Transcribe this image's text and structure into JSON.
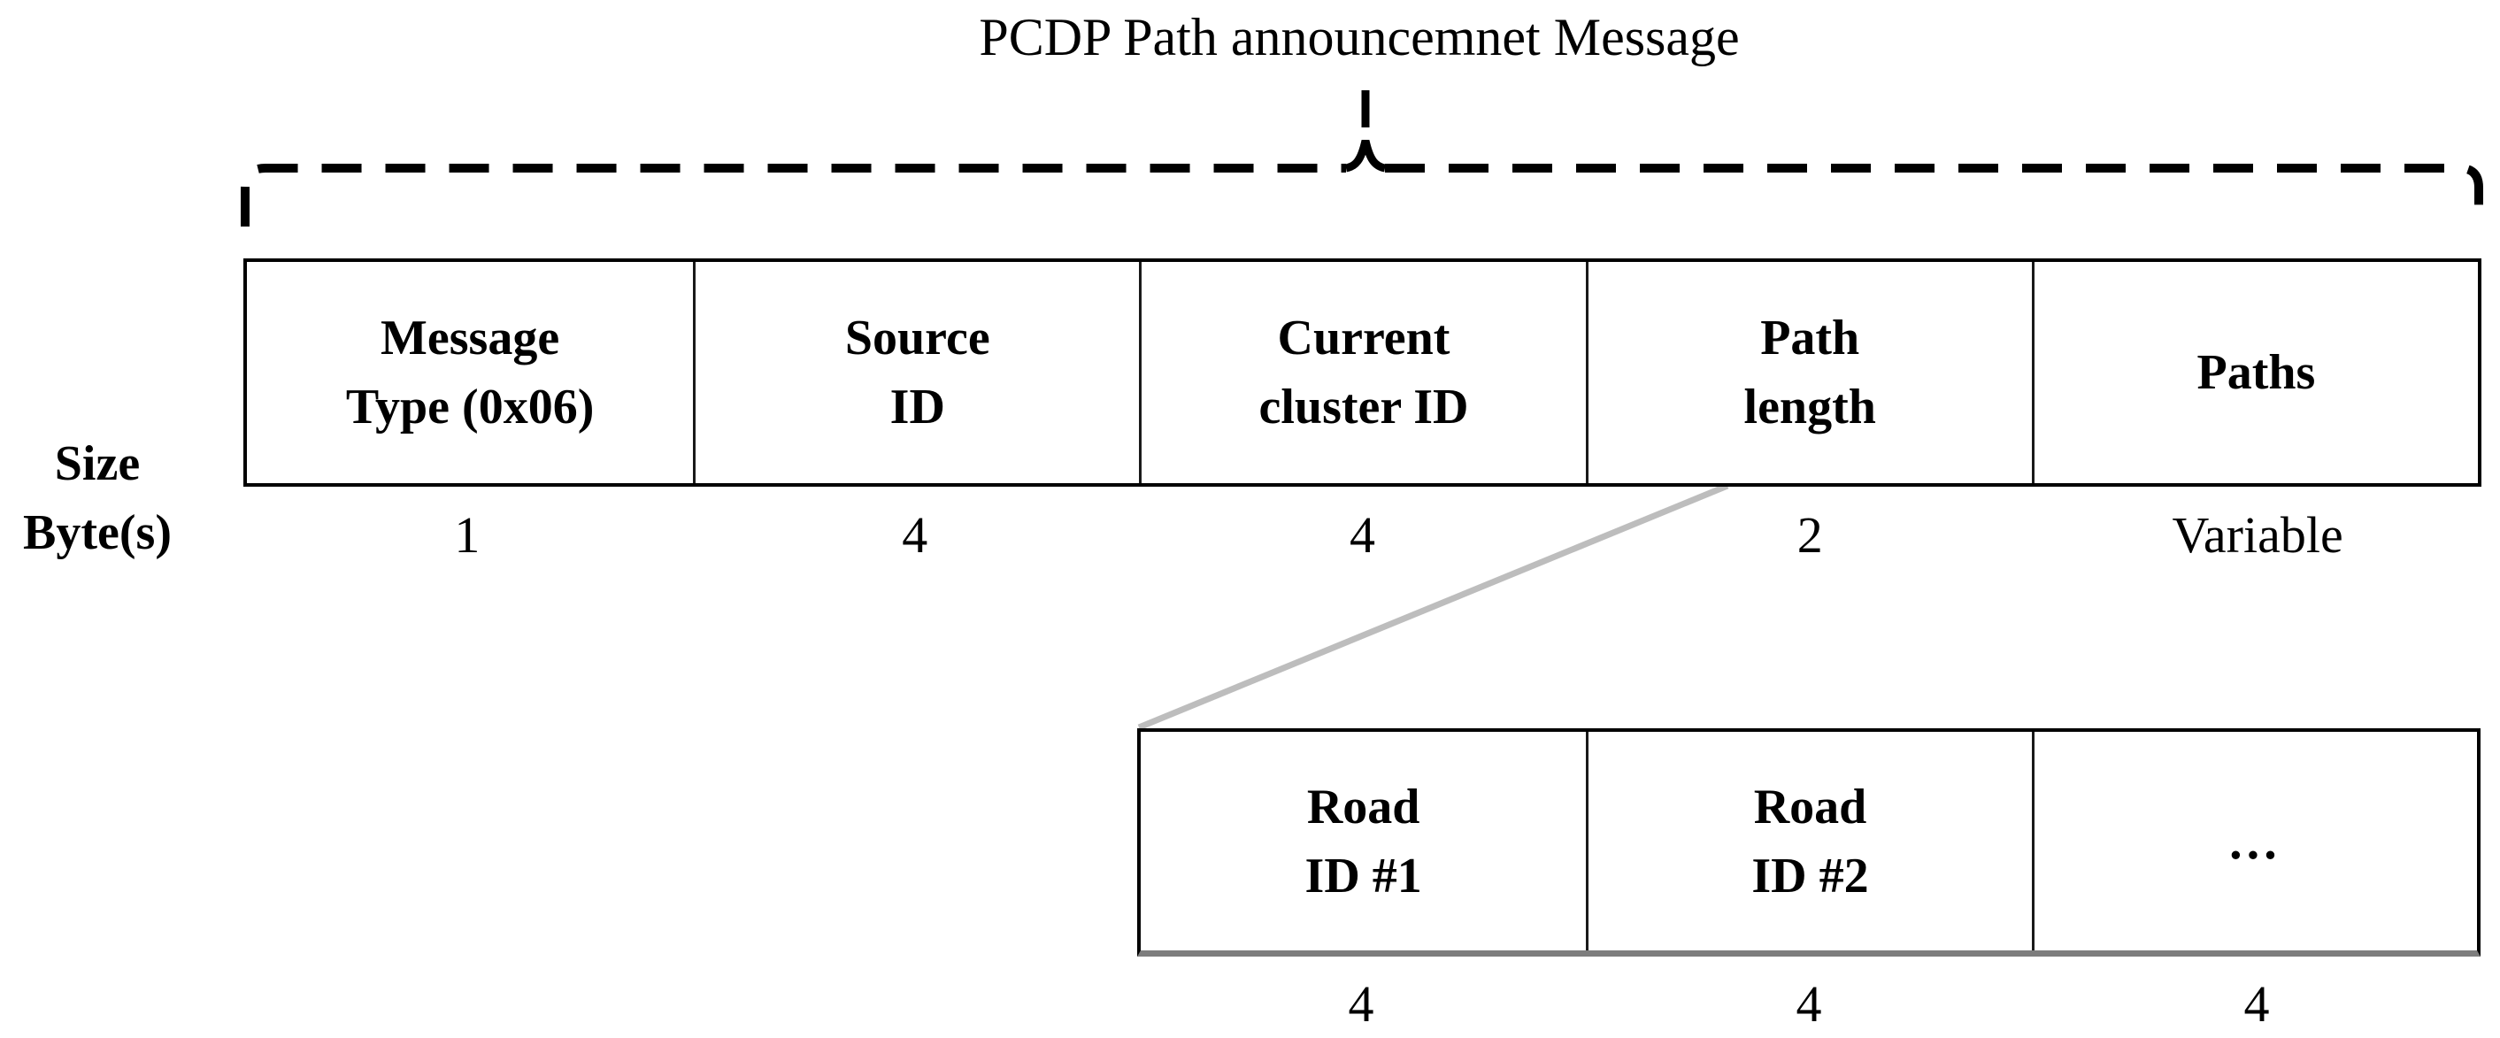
{
  "title": "PCDP Path announcemnet Message",
  "size_label": {
    "line1": "Size",
    "line2": "Byte(s)"
  },
  "main_table": {
    "fields": [
      {
        "lines": [
          "Message",
          "Type (0x06)"
        ],
        "size": "1"
      },
      {
        "lines": [
          "Source",
          "ID"
        ],
        "size": "4"
      },
      {
        "lines": [
          "Current",
          "cluster ID"
        ],
        "size": "4"
      },
      {
        "lines": [
          "Path",
          "length"
        ],
        "size": "2"
      },
      {
        "lines": [
          "Paths"
        ],
        "size": "Variable"
      }
    ]
  },
  "sub_table": {
    "fields": [
      {
        "lines": [
          "Road",
          "ID #1"
        ],
        "size": "4"
      },
      {
        "lines": [
          "Road",
          "ID #2"
        ],
        "size": "4"
      },
      {
        "lines": [
          "…"
        ],
        "size": "4"
      }
    ]
  },
  "colors": {
    "text": "#000000",
    "table_border": "#000000",
    "sub_table_bottom_border": "#7d7d7d",
    "expansion_line": "#bdbdbd",
    "background": "#ffffff"
  }
}
